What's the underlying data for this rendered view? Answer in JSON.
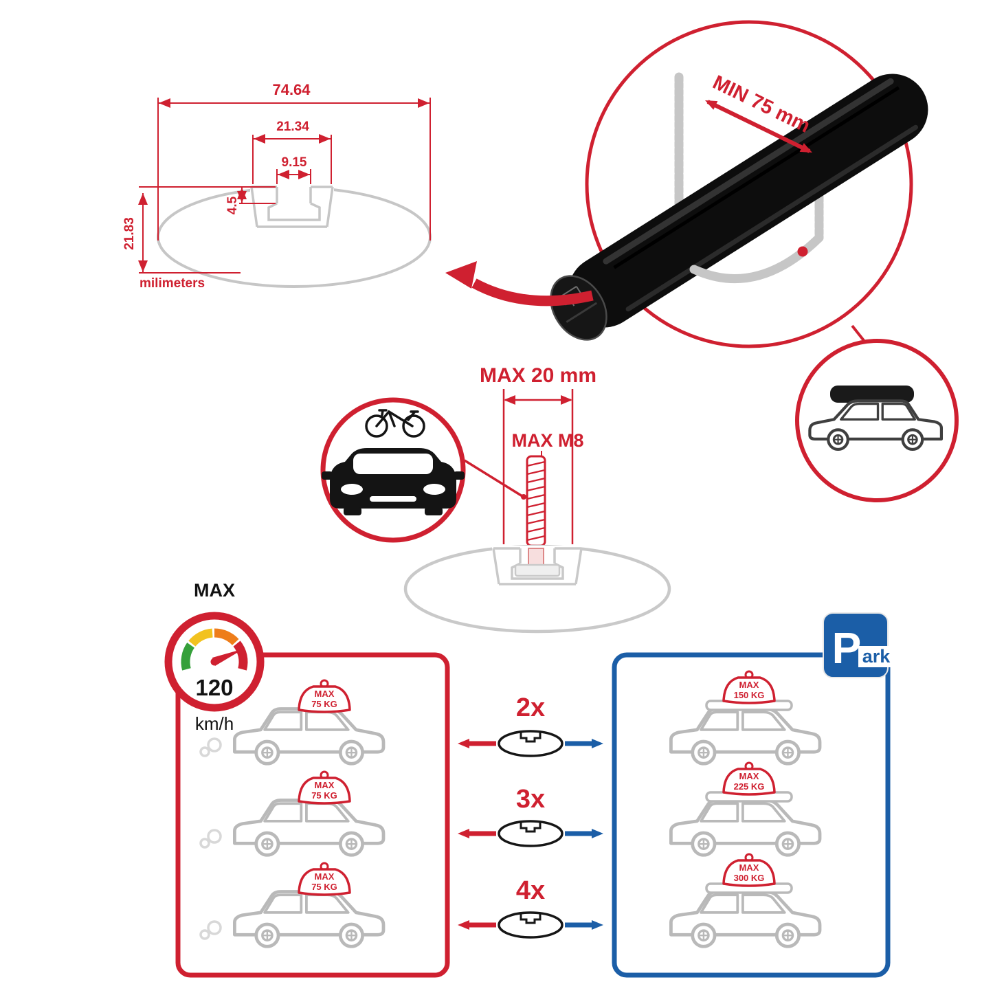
{
  "colors": {
    "accent_red": "#cf2030",
    "accent_blue": "#1b5ea7",
    "diagram_gray": "#c6c6c6",
    "bar_black": "#111111"
  },
  "profile_dimensions": {
    "total_width": "74.64",
    "channel_width": "21.34",
    "slot_width": "9.15",
    "slot_depth": "4.5",
    "total_height": "21.83",
    "units": "milimeters"
  },
  "clamp_detail": {
    "min_clearance": "MIN 75 mm"
  },
  "bolt_detail": {
    "max_width": "MAX 20 mm",
    "max_thread": "MAX M8"
  },
  "speed_limit": {
    "label": "MAX",
    "value": "120",
    "unit": "km/h"
  },
  "parking_sign": {
    "letter": "P",
    "suffix": "ark"
  },
  "capacity": {
    "multipliers": [
      "2x",
      "3x",
      "4x"
    ],
    "moving_cars": [
      {
        "label": "MAX",
        "weight": "75 KG"
      },
      {
        "label": "MAX",
        "weight": "75 KG"
      },
      {
        "label": "MAX",
        "weight": "75 KG"
      }
    ],
    "parked_cars": [
      {
        "label": "MAX",
        "weight": "150 KG"
      },
      {
        "label": "MAX",
        "weight": "225 KG"
      },
      {
        "label": "MAX",
        "weight": "300 KG"
      }
    ]
  }
}
